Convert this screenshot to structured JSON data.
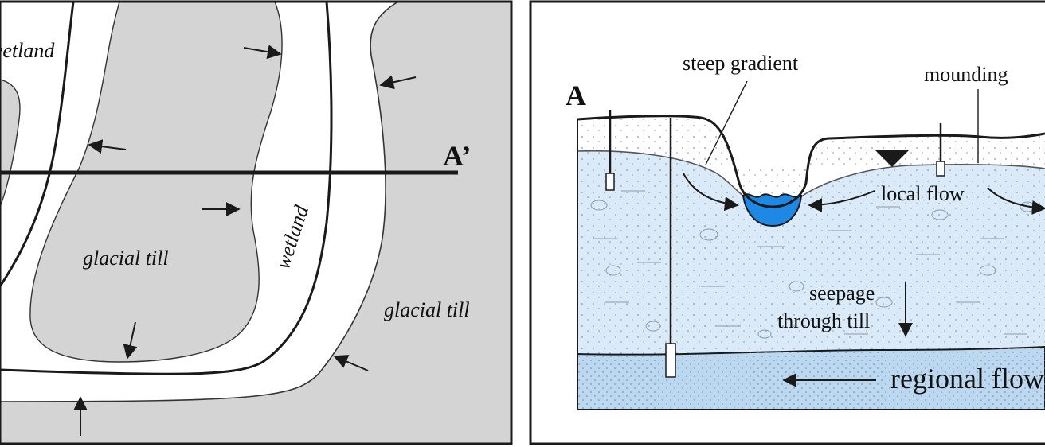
{
  "plan_view": {
    "label_wetland_top": "wetland",
    "label_wetland_mid": "wetland",
    "label_till_center": "glacial till",
    "label_till_right": "glacial till",
    "section_end_label": "A’"
  },
  "cross_section": {
    "section_start_label": "A",
    "label_steep_gradient": "steep gradient",
    "label_mounding": "mounding",
    "label_local_flow": "local flow",
    "label_seepage_line1": "seepage",
    "label_seepage_line2": "through till",
    "label_regional_flow": "regional flow"
  },
  "colors": {
    "till_gray": "#d4d4d4",
    "groundwater_blue": "#dbeaf8",
    "aquifer_blue": "#bcd8f0",
    "pond_blue": "#1e88e5",
    "ink": "#1a1a1a"
  }
}
